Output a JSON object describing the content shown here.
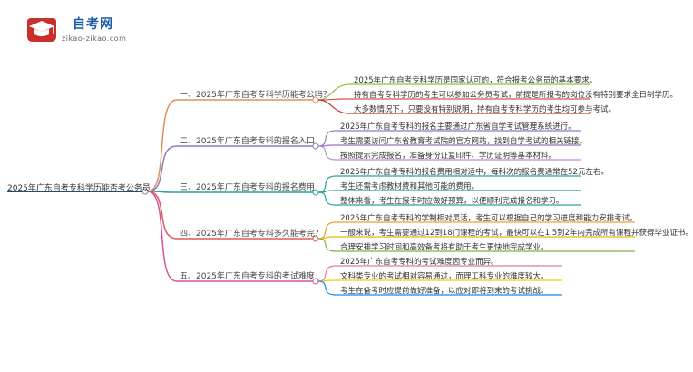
{
  "logo": {
    "title": "自考网",
    "subtitle": "zikao-zikao.com"
  },
  "root": {
    "text": "2025年广东自考专科学历能否考公务员",
    "color": "#1f4e79"
  },
  "branches": [
    {
      "label": "一、2025年广东自考专科学历能考公吗？",
      "color": "#e0905a",
      "leaves": [
        "2025年广东自考专科学历是国家认可的，符合报考公务员的基本要求。",
        "持有自考专科学历的考生可以参加公务员考试，前提是所报考的岗位没有特别要求全日制学历。",
        "大多数情况下，只要没有特别说明，持有自考专科学历的考生均可参与考试。"
      ],
      "leaf_colors": [
        "#8fbf3f",
        "#d9534f",
        "#c0392b"
      ]
    },
    {
      "label": "二、2025年广东自考专科的报名入口",
      "color": "#8e7cc3",
      "leaves": [
        "2025年广东自考专科的报名主要通过广东省自学考试管理系统进行。",
        "考生需要访问广东省教育考试院的官方网站，找到自学考试的相关链接。",
        "按照提示完成报名，准备身份证复印件、学历证明等基本材料。"
      ],
      "leaf_colors": [
        "#8e7cc3",
        "#9b6fc8",
        "#b48fd6"
      ]
    },
    {
      "label": "三、2025年广东自考专科的报名费用",
      "color": "#2aa198",
      "leaves": [
        "2025年广东自考专科的报名费用相对适中，每科次的报名费通常在52元左右。",
        "考生还需考虑教材费和其他可能的费用。",
        "整体来看，考生在报考时应做好预算，以便顺利完成报名和学习。"
      ],
      "leaf_colors": [
        "#2aa198",
        "#2aa198",
        "#26a69a"
      ]
    },
    {
      "label": "四、2025年广东自考专科多久能考完？",
      "color": "#e05a5a",
      "leaves": [
        "2025年广东自考专科的学制相对灵活，考生可以根据自己的学习进度和能力安排考试。",
        "一般来说，考生需要通过12到18门课程的考试，最快可以在1.5到2年内完成所有课程并获得毕业证书。",
        "合理安排学习时间和高效备考将有助于考生更快地完成学业。"
      ],
      "leaf_colors": [
        "#f0a030",
        "#e8b800",
        "#7cb342"
      ]
    },
    {
      "label": "五、2025年广东自考专科的考试难度",
      "color": "#d6549b",
      "leaves": [
        "2025年广东自考专科的考试难度因专业而异。",
        "文科类专业的考试相对容易通过，而理工科专业的难度较大。",
        "考生在备考时应提前做好准备，以应对即将到来的考试挑战。"
      ],
      "leaf_colors": [
        "#e07aa0",
        "#f0d000",
        "#1e88e5"
      ]
    }
  ]
}
